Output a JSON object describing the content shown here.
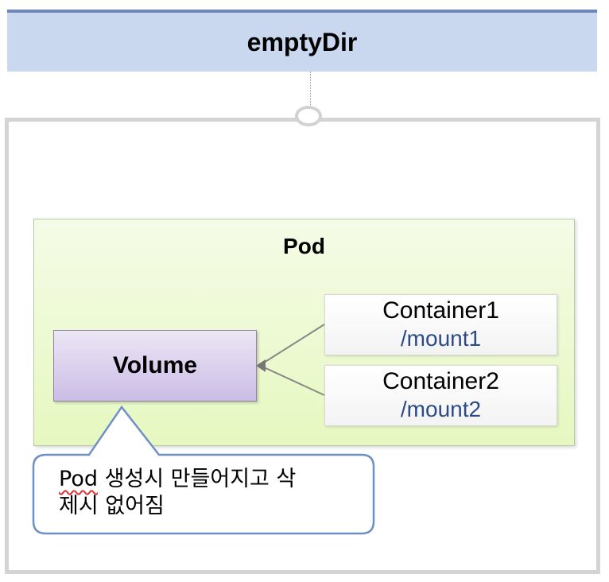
{
  "title": "emptyDir",
  "pod": {
    "label": "Pod"
  },
  "volume": {
    "label": "Volume"
  },
  "containers": [
    {
      "name": "Container1",
      "mount": "/mount1"
    },
    {
      "name": "Container2",
      "mount": "/mount2"
    }
  ],
  "callout": {
    "highlight": "Pod",
    "line1_rest": " 생성시 만들어지고 삭",
    "line2": "제시 없어짐"
  },
  "colors": {
    "title_bg": "#cad8ef",
    "pod_bg": "#e6f8c0",
    "volume_bg": "#cbbde6",
    "mount_text": "#2c4a86",
    "callout_border": "#6f8fc7"
  }
}
